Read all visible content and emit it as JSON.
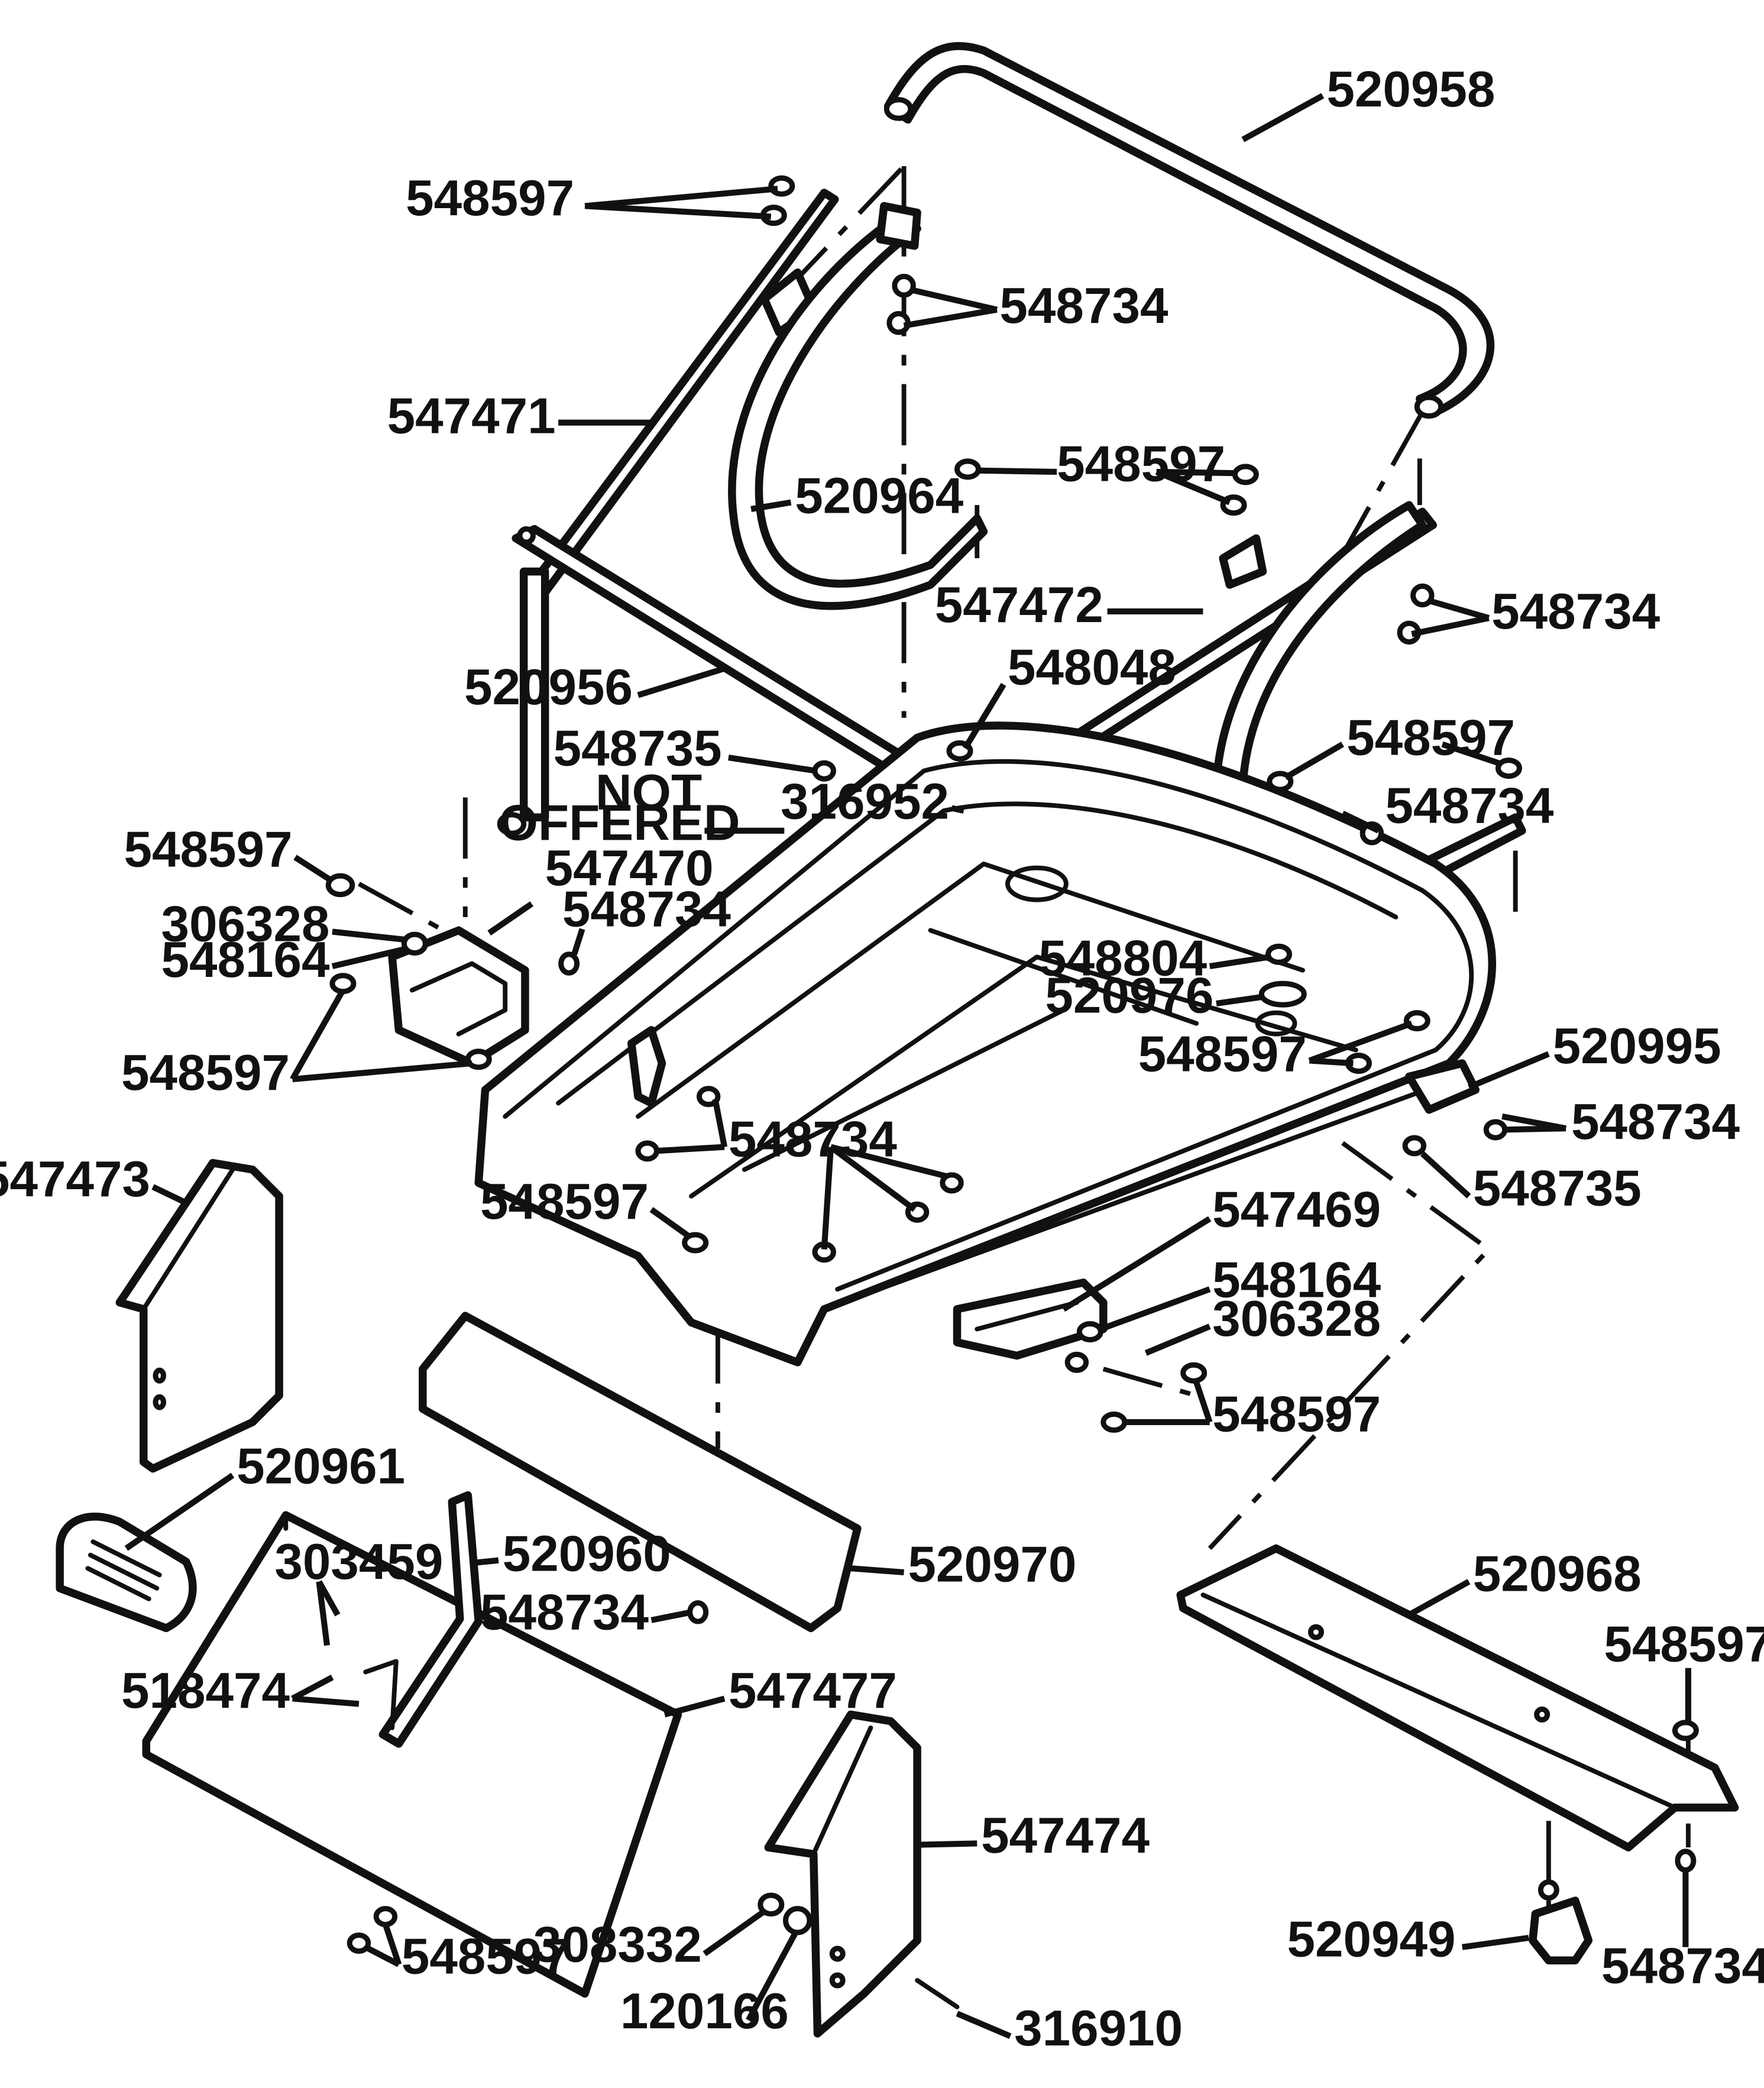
{
  "labels": {
    "p520958": "520958",
    "p548597_a": "548597",
    "p548734_a": "548734",
    "p547471": "547471",
    "p520964": "520964",
    "p548597_b": "548597",
    "p547472": "547472",
    "p548734_b": "548734",
    "p520956": "520956",
    "p548048": "548048",
    "p548735_a": "548735",
    "not_offered_line1": "NOT",
    "not_offered_line2": "OFFERED",
    "p316952": "316952",
    "p548597_c": "548597",
    "p548734_c": "548734",
    "p548597_d": "548597",
    "p547470": "547470",
    "p306328_a": "306328",
    "p548734_d": "548734",
    "p548164_a": "548164",
    "p548804": "548804",
    "p520976": "520976",
    "p548597_e": "548597",
    "p548597_f": "548597",
    "p520995": "520995",
    "p548734_e": "548734",
    "p548734_f": "548734",
    "p547473": "547473",
    "p548735_b": "548735",
    "p548597_g": "548597",
    "p547469": "547469",
    "p548164_b": "548164",
    "p306328_b": "306328",
    "p548597_h": "548597",
    "p520961": "520961",
    "p520960": "520960",
    "p303459": "303459",
    "p520970": "520970",
    "p548734_g": "548734",
    "p520968": "520968",
    "p518474": "518474",
    "p547477": "547477",
    "p548597_i": "548597",
    "p547474": "547474",
    "p308332": "308332",
    "p520949": "520949",
    "p548734_h": "548734",
    "p548597_j": "548597",
    "p120166": "120166",
    "p316910": "316910"
  }
}
